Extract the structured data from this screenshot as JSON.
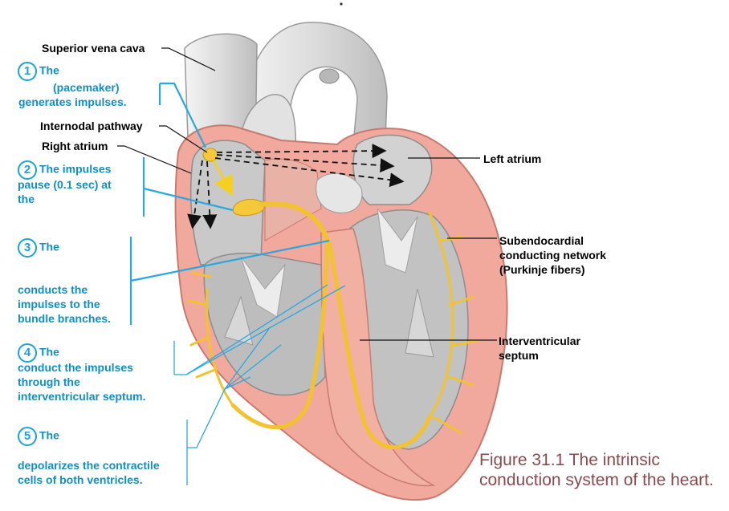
{
  "labels": {
    "superior_vena_cava": "Superior vena cava",
    "internodal_pathway": "Internodal pathway",
    "right_atrium": "Right atrium",
    "left_atrium": "Left atrium",
    "subendocardial_1": "Subendocardial",
    "subendocardial_2": "conducting network",
    "subendocardial_3": "(Purkinje fibers)",
    "interventricular_1": "Interventricular",
    "interventricular_2": "septum"
  },
  "steps": [
    {
      "number": "1",
      "lines": [
        "The",
        "(pacemaker)",
        "generates impulses."
      ]
    },
    {
      "number": "2",
      "lines": [
        "The impulses",
        "pause (0.1 sec) at",
        "the"
      ]
    },
    {
      "number": "3",
      "lines": [
        "The",
        "conducts the",
        "impulses to the",
        "bundle branches."
      ]
    },
    {
      "number": "4",
      "lines": [
        "The",
        "conduct the impulses",
        "through the",
        "interventricular septum."
      ]
    },
    {
      "number": "5",
      "lines": [
        "The",
        "depolarizes the contractile",
        "cells of both ventricles."
      ]
    }
  ],
  "caption": {
    "line1": "Figure 31.1 The intrinsic",
    "line2": "conduction system of the heart."
  },
  "colors": {
    "step_text": "#0f8fc4",
    "leader_blue": "#29a8e0",
    "caption": "#8b4a4f",
    "conduction": "#f2c230",
    "myocardium": "#f0a99c",
    "chamber": "#c9c9c9"
  }
}
